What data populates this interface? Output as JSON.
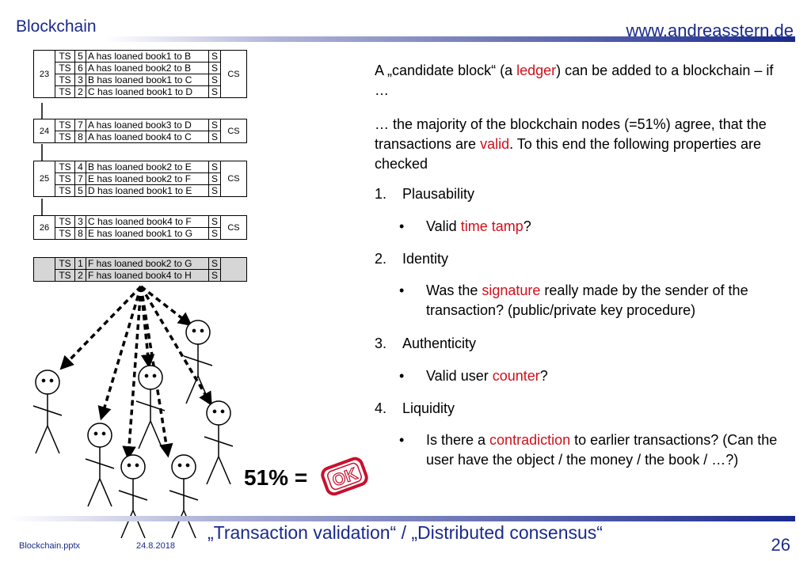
{
  "header": {
    "title": "Blockchain",
    "url": "www.andreasstern.de"
  },
  "footer": {
    "file": "Blockchain.pptx",
    "date": "24.8.2018",
    "subtitle": "„Transaction validation“ / „Distributed consensus“",
    "page": "26"
  },
  "blocks": [
    {
      "id": "23",
      "cs": "CS",
      "rows": [
        {
          "ts": "TS",
          "n": "5",
          "tx": "A has loaned book1 to B",
          "s": "S"
        },
        {
          "ts": "TS",
          "n": "6",
          "tx": "A has loaned book2 to B",
          "s": "S"
        },
        {
          "ts": "TS",
          "n": "3",
          "tx": "B has loaned book1 to C",
          "s": "S"
        },
        {
          "ts": "TS",
          "n": "2",
          "tx": "C has loaned book1 to D",
          "s": "S"
        }
      ]
    },
    {
      "id": "24",
      "cs": "CS",
      "rows": [
        {
          "ts": "TS",
          "n": "7",
          "tx": "A has loaned book3 to D",
          "s": "S"
        },
        {
          "ts": "TS",
          "n": "8",
          "tx": "A has loaned book4 to C",
          "s": "S"
        }
      ]
    },
    {
      "id": "25",
      "cs": "CS",
      "rows": [
        {
          "ts": "TS",
          "n": "4",
          "tx": "B has loaned book2 to E",
          "s": "S"
        },
        {
          "ts": "TS",
          "n": "7",
          "tx": "E has loaned book2 to F",
          "s": "S"
        },
        {
          "ts": "TS",
          "n": "5",
          "tx": "D has loaned book1 to E",
          "s": "S"
        }
      ]
    },
    {
      "id": "26",
      "cs": "CS",
      "rows": [
        {
          "ts": "TS",
          "n": "3",
          "tx": "C has loaned book4 to F",
          "s": "S"
        },
        {
          "ts": "TS",
          "n": "8",
          "tx": "E has loaned book1 to G",
          "s": "S"
        }
      ]
    }
  ],
  "candidate": {
    "rows": [
      {
        "ts": "TS",
        "n": "1",
        "tx": "F has loaned book2 to G",
        "s": "S"
      },
      {
        "ts": "TS",
        "n": "2",
        "tx": "F has loaned book4 to H",
        "s": "S"
      }
    ]
  },
  "consensus": {
    "label": "51% =",
    "stamp": "OK"
  },
  "content": {
    "p1": {
      "a": "A „candidate block“ (a ",
      "red": "ledger",
      "b": ") can be added to a blockchain – if …"
    },
    "p2": {
      "a": "… the majority of the blockchain nodes (=51%) agree, that the transactions are ",
      "red": "valid",
      "b": ". To this end the following properties are checked"
    },
    "items": [
      {
        "num": "1.",
        "label": "Plausability",
        "bullet": {
          "a": "Valid ",
          "red": "time tamp",
          "b": "?"
        }
      },
      {
        "num": "2.",
        "label": "Identity",
        "bullet": {
          "a": "Was the ",
          "red": "signature",
          "b": " really made by the sender of the transaction? (public/private key procedure)"
        }
      },
      {
        "num": "3.",
        "label": "Authenticity",
        "bullet": {
          "a": "Valid user ",
          "red": "counter",
          "b": "?"
        }
      },
      {
        "num": "4.",
        "label": "Liquidity",
        "bullet": {
          "a": "Is there a ",
          "red": "contradiction",
          "b": " to earlier transactions? (Can the user have the object / the money / the book / …?)"
        }
      }
    ],
    "bullet_char": "•"
  },
  "colors": {
    "accent": "#1a2a8c",
    "highlight": "#d0101a",
    "stamp": "#c8102e"
  }
}
